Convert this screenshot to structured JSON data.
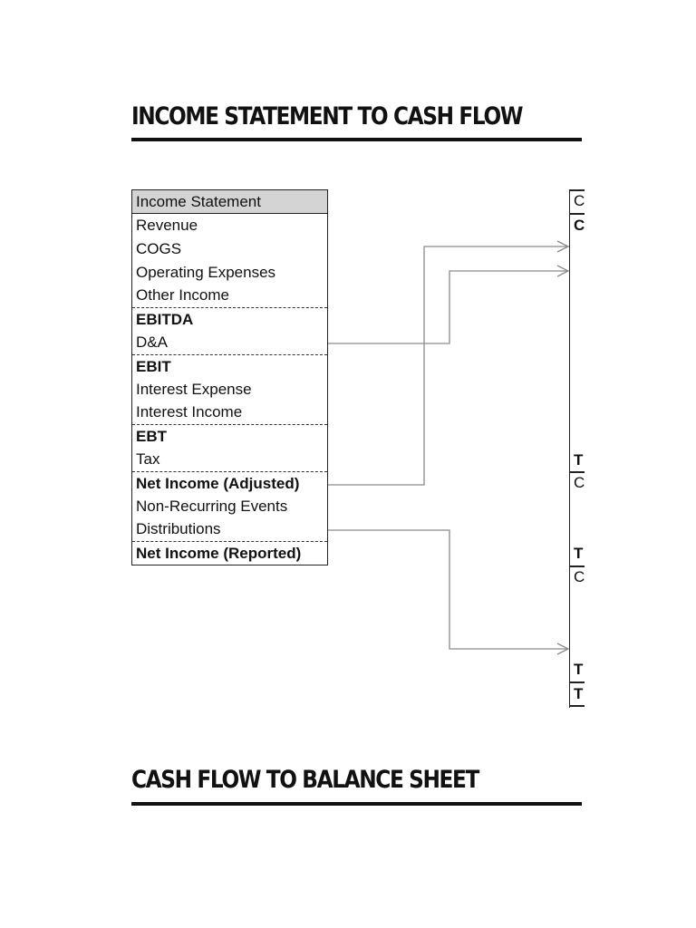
{
  "section1": {
    "title": "INCOME STATEMENT TO CASH FLOW"
  },
  "section2": {
    "title": "CASH FLOW TO BALANCE SHEET"
  },
  "income_statement": {
    "header": "Income Statement",
    "rows": [
      {
        "label": "Revenue",
        "bold": false
      },
      {
        "label": "COGS",
        "bold": false
      },
      {
        "label": "Operating Expenses",
        "bold": false
      },
      {
        "label": "Other Income",
        "bold": false
      },
      {
        "label": "EBITDA",
        "bold": true
      },
      {
        "label": "D&A",
        "bold": false
      },
      {
        "label": "EBIT",
        "bold": true
      },
      {
        "label": "Interest Expense",
        "bold": false
      },
      {
        "label": "Interest Income",
        "bold": false
      },
      {
        "label": "EBT",
        "bold": true
      },
      {
        "label": "Tax",
        "bold": false
      },
      {
        "label": "Net Income (Adjusted)",
        "bold": true
      },
      {
        "label": "Non-Recurring Events",
        "bold": false
      },
      {
        "label": "Distributions",
        "bold": false
      },
      {
        "label": "Net Income (Reported)",
        "bold": true
      }
    ]
  },
  "cash_flow_partial": {
    "letters": [
      "C",
      "C",
      "T",
      "C",
      "T",
      "C",
      "T",
      "T"
    ]
  }
}
